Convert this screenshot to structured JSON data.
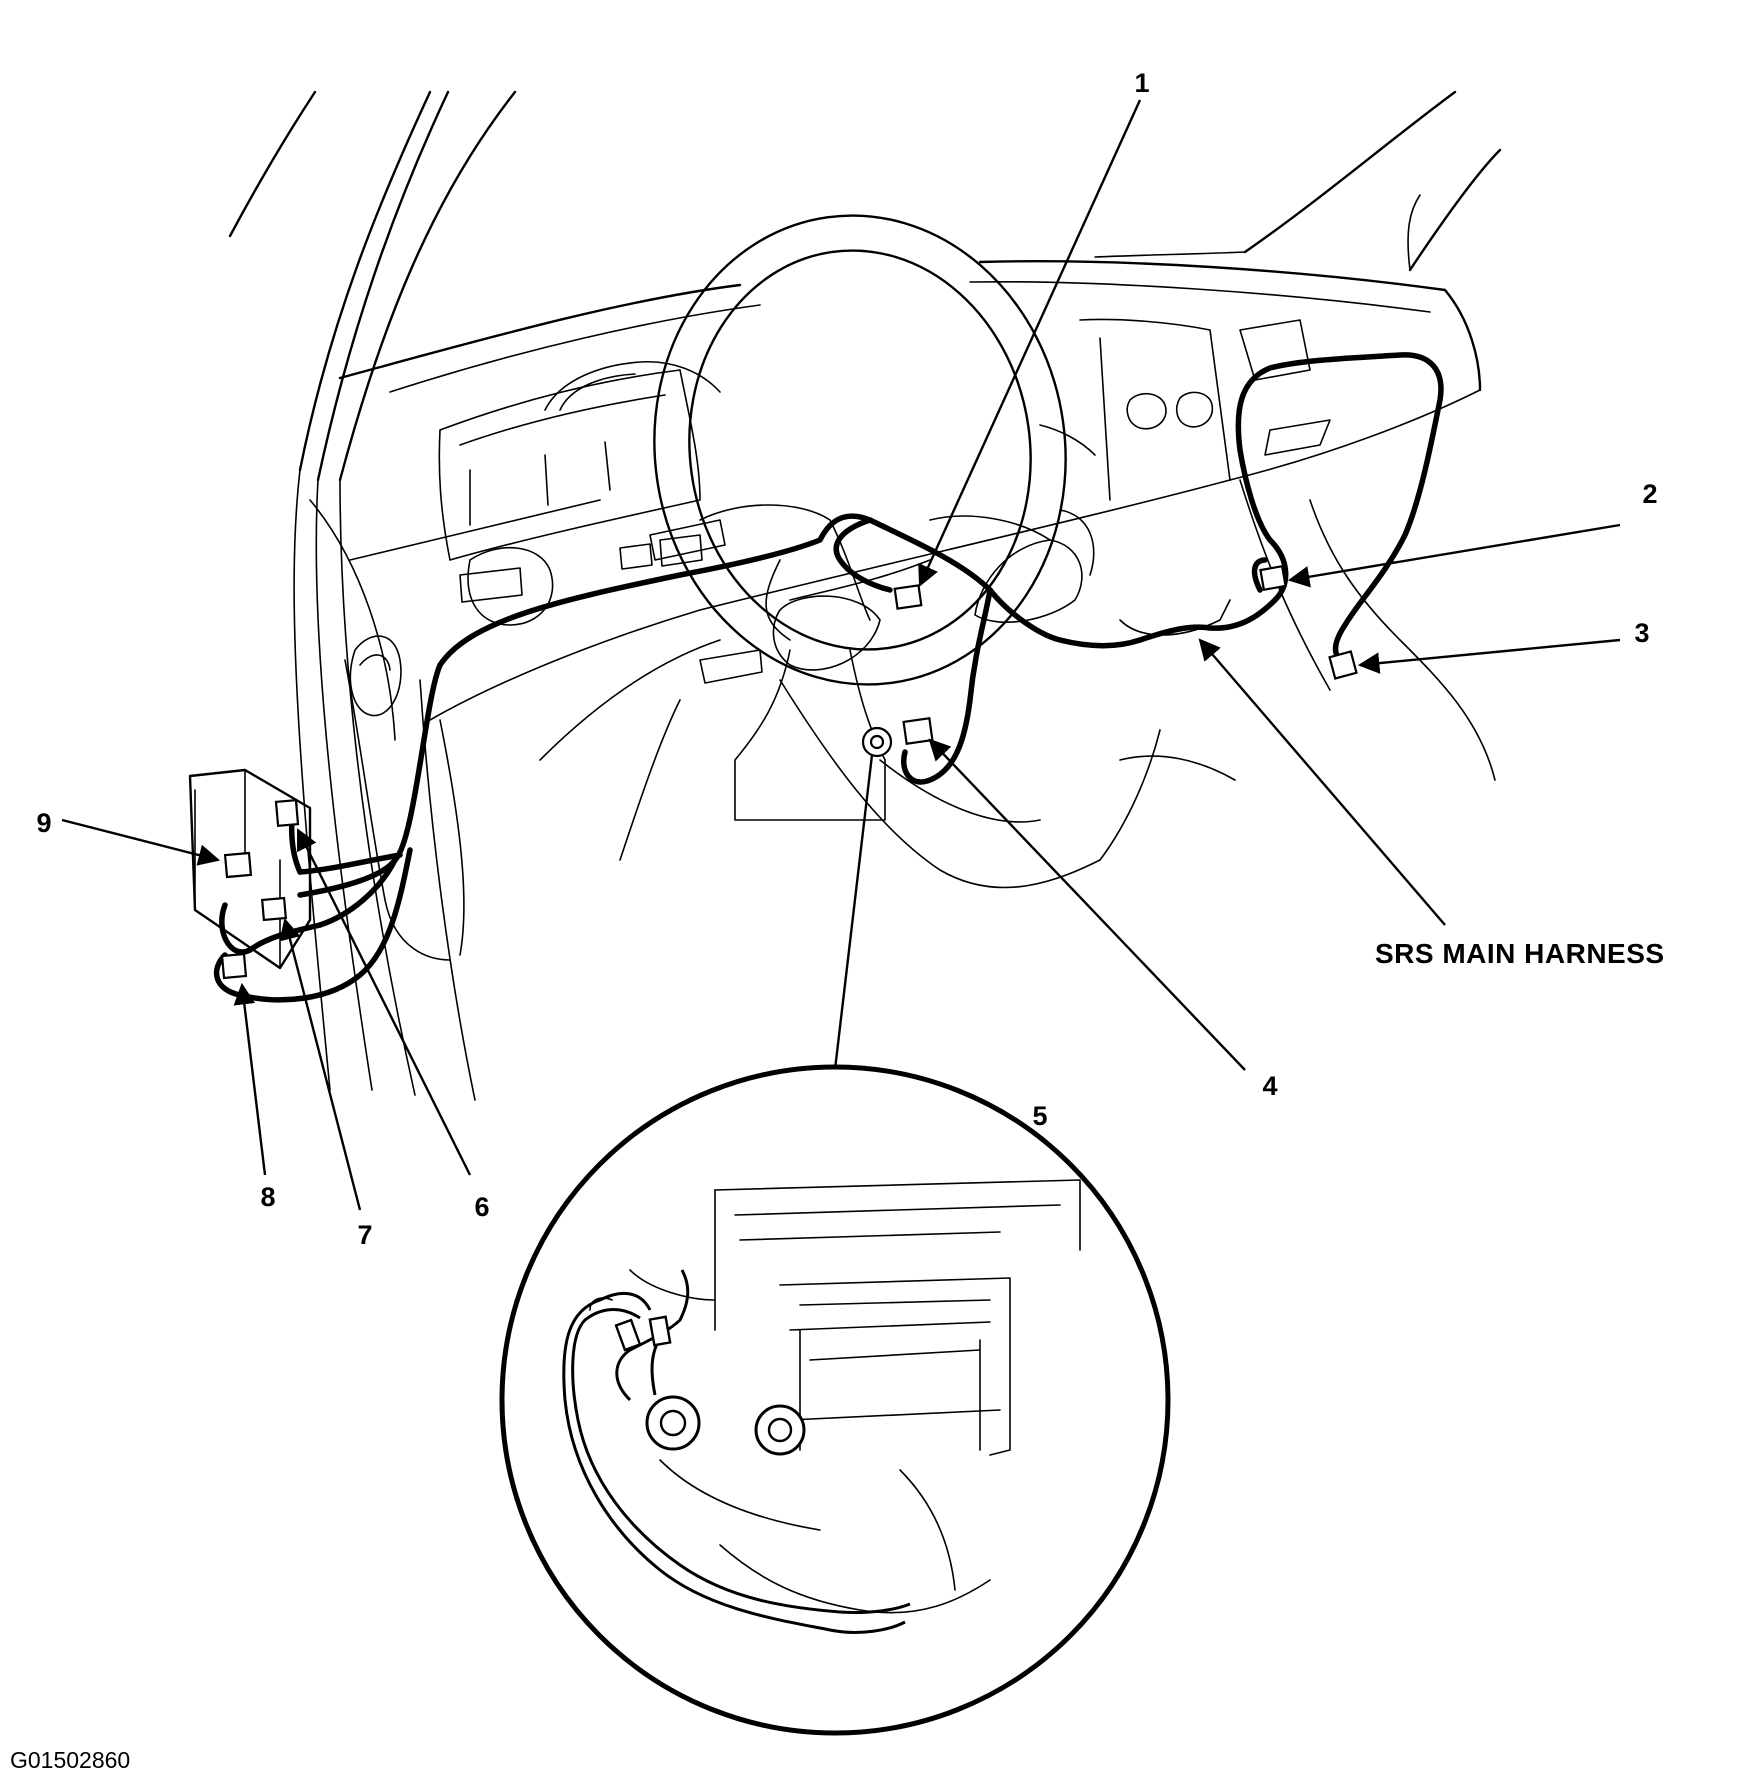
{
  "diagram": {
    "callouts": [
      "1",
      "2",
      "3",
      "4",
      "5",
      "6",
      "7",
      "8",
      "9"
    ],
    "harness_label": "SRS MAIN HARNESS",
    "figure_code": "G01502860"
  }
}
